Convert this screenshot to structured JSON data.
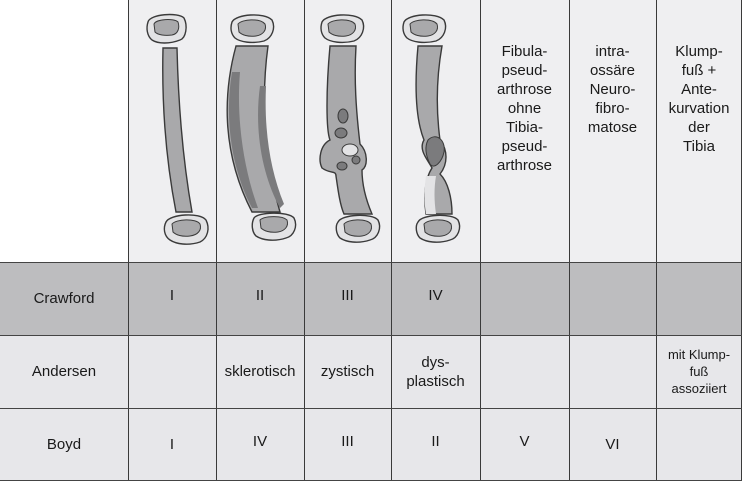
{
  "header": {
    "col5": "Fibula-\npseud-\narthrose\nohne\nTibia-\npseud-\narthrose",
    "col6": "intra-\nossäre\nNeuro-\nfibro-\nmatose",
    "col7": "Klump-\nfuß +\nAnte-\nkurvation\nder\nTibia"
  },
  "rows": [
    {
      "label": "Crawford",
      "cells": [
        "I",
        "II",
        "III",
        "IV",
        "",
        "",
        ""
      ]
    },
    {
      "label": "Andersen",
      "cells": [
        "",
        "sklerotisch",
        "zystisch",
        "dys-\nplastisch",
        "",
        "",
        "mit Klump-\nfuß\nassoziiert"
      ]
    },
    {
      "label": "Boyd",
      "cells": [
        "I",
        "IV",
        "III",
        "II",
        "V",
        "VI",
        ""
      ]
    }
  ],
  "colors": {
    "dark_row": "#bdbdbf",
    "light_row": "#e7e7ea",
    "header": "#efeff1",
    "bone_fill": "#a9a9ab",
    "bone_dark": "#7b7b7d",
    "bone_end": "#e3e3e5"
  }
}
